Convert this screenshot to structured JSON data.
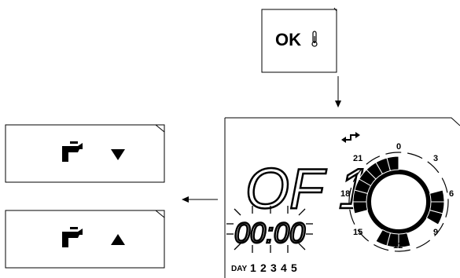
{
  "ok_panel": {
    "ok_label": "OK",
    "icon": "thermometer-icon"
  },
  "buttons": [
    {
      "icon": "tap-icon",
      "arrow": "down-arrow-icon"
    },
    {
      "icon": "tap-icon",
      "arrow": "up-arrow-icon"
    }
  ],
  "display": {
    "mode_text": "OF 1",
    "time_text": "00:00",
    "day_label": "DAY",
    "days": [
      "1",
      "2",
      "3",
      "4",
      "5"
    ],
    "status_icon": "program-arrow-icon",
    "dial_labels": [
      "0",
      "3",
      "6",
      "9",
      "12",
      "15",
      "18",
      "21"
    ]
  }
}
